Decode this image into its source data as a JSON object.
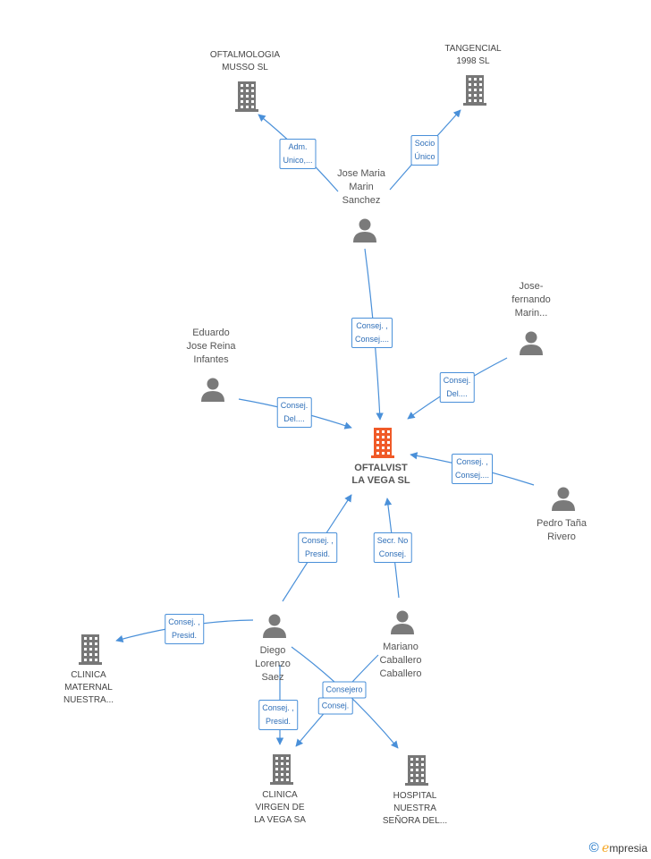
{
  "colors": {
    "edge": "#4a90d9",
    "company": "#777777",
    "main_company": "#f05a28",
    "person": "#7a7a7a"
  },
  "nodes": [
    {
      "id": "oftalvist",
      "type": "company",
      "main": true,
      "label": [
        "OFTALVIST",
        "LA VEGA SL"
      ]
    },
    {
      "id": "oftalmologia",
      "type": "company",
      "label": [
        "OFTALMOLOGIA",
        "MUSSO SL"
      ]
    },
    {
      "id": "tangencial",
      "type": "company",
      "label": [
        "TANGENCIAL",
        "1998 SL"
      ]
    },
    {
      "id": "jose_maria",
      "type": "person",
      "label": [
        "Jose Maria",
        "Marin",
        "Sanchez"
      ]
    },
    {
      "id": "jose_fernando",
      "type": "person",
      "label": [
        "Jose-",
        "fernando",
        "Marin..."
      ]
    },
    {
      "id": "eduardo",
      "type": "person",
      "label": [
        "Eduardo",
        "Jose Reina",
        "Infantes"
      ]
    },
    {
      "id": "pedro",
      "type": "person",
      "label": [
        "Pedro Taña",
        "Rivero"
      ]
    },
    {
      "id": "diego",
      "type": "person",
      "label": [
        "Diego",
        "Lorenzo",
        "Saez"
      ]
    },
    {
      "id": "mariano",
      "type": "person",
      "label": [
        "Mariano",
        "Caballero",
        "Caballero"
      ]
    },
    {
      "id": "clinica_maternal",
      "type": "company",
      "label": [
        "CLINICA",
        "MATERNAL",
        "NUESTRA..."
      ]
    },
    {
      "id": "clinica_virgen",
      "type": "company",
      "label": [
        "CLINICA",
        "VIRGEN DE",
        "LA VEGA SA"
      ]
    },
    {
      "id": "hospital",
      "type": "company",
      "label": [
        "HOSPITAL",
        "NUESTRA",
        "SEÑORA DEL..."
      ]
    }
  ],
  "edges": [
    {
      "from": "jose_maria",
      "to": "oftalmologia",
      "label": [
        "Adm.",
        "Unico,..."
      ]
    },
    {
      "from": "jose_maria",
      "to": "tangencial",
      "label": [
        "Socio",
        "Único"
      ]
    },
    {
      "from": "jose_maria",
      "to": "oftalvist",
      "label": [
        "Consej. ,",
        "Consej...."
      ]
    },
    {
      "from": "jose_fernando",
      "to": "oftalvist",
      "label": [
        "Consej.",
        "Del...."
      ]
    },
    {
      "from": "eduardo",
      "to": "oftalvist",
      "label": [
        "Consej.",
        "Del...."
      ]
    },
    {
      "from": "pedro",
      "to": "oftalvist",
      "label": [
        "Consej. ,",
        "Consej...."
      ]
    },
    {
      "from": "diego",
      "to": "oftalvist",
      "label": [
        "Consej. ,",
        "Presid."
      ]
    },
    {
      "from": "mariano",
      "to": "oftalvist",
      "label": [
        "Secr.  No",
        "Consej."
      ]
    },
    {
      "from": "diego",
      "to": "clinica_maternal",
      "label": [
        "Consej. ,",
        "Presid."
      ]
    },
    {
      "from": "diego",
      "to": "clinica_virgen",
      "label": [
        "Consej. ,",
        "Presid."
      ]
    },
    {
      "from": "mariano",
      "to": "clinica_virgen",
      "label": [
        "Consejero"
      ]
    },
    {
      "from": "diego",
      "to": "hospital",
      "label": [
        "Consej."
      ]
    }
  ],
  "footer": {
    "copyright": "©",
    "brand_initial": "e",
    "brand_rest": "mpresia"
  }
}
